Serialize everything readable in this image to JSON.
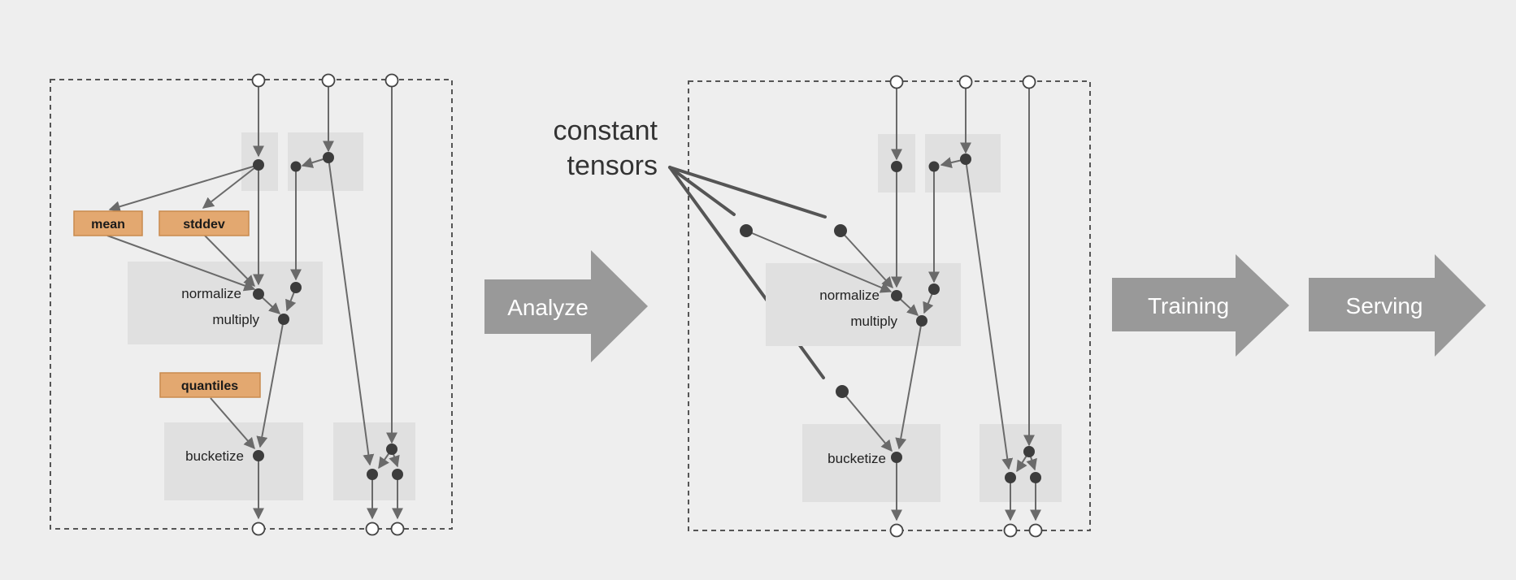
{
  "left_graph": {
    "ops": {
      "mean": "mean",
      "stddev": "stddev",
      "quantiles": "quantiles"
    },
    "labels": {
      "normalize": "normalize",
      "multiply": "multiply",
      "bucketize": "bucketize"
    }
  },
  "right_graph": {
    "labels": {
      "normalize": "normalize",
      "multiply": "multiply",
      "bucketize": "bucketize"
    }
  },
  "callout": {
    "line1": "constant",
    "line2": "tensors"
  },
  "pipeline": {
    "analyze": "Analyze",
    "training": "Training",
    "serving": "Serving"
  },
  "colors": {
    "background": "#eeeeee",
    "panel": "#e0e0e0",
    "node": "#3c3c3c",
    "edge": "#6a6a6a",
    "op_fill": "#e3a870",
    "op_border": "#c98a4e",
    "big_arrow": "#999999"
  }
}
